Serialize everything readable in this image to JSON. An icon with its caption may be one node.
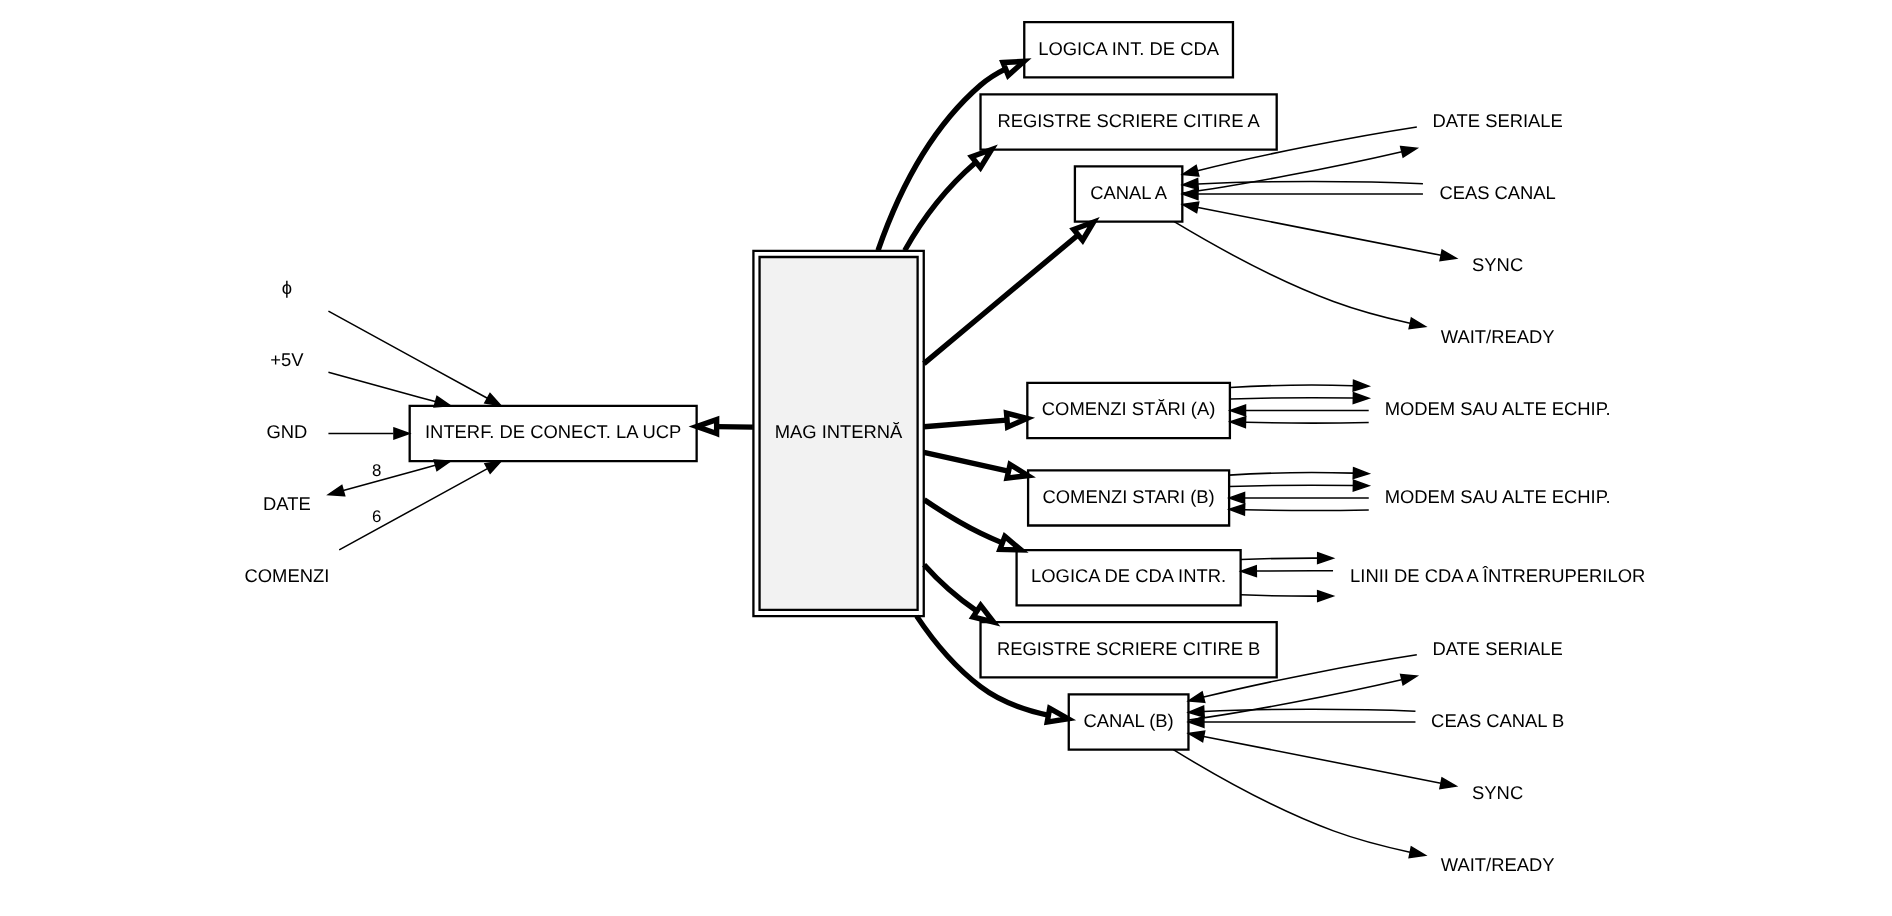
{
  "diagram": {
    "nodes": [
      {
        "text": [
          "ϕ"
        ]
      },
      {
        "text": [
          "+5V"
        ]
      },
      {
        "text": [
          "GND"
        ]
      },
      {
        "text": [
          "LOGICA INT. DE CDA"
        ]
      },
      {
        "text": [
          "REGISTRE SCRIERE CITIRE A"
        ]
      },
      {
        "text": [
          "CANAL A"
        ]
      },
      {
        "text": [
          "DATE SERIALE"
        ]
      },
      {
        "text": [
          "CEAS CANAL"
        ]
      },
      {
        "text": [
          "SYNC"
        ]
      },
      {
        "text": [
          "WAIT/READY"
        ]
      },
      {
        "text": [
          "COMENZI STĂRI (A)"
        ]
      },
      {
        "text": [
          "MODEM SAU ALTE ECHIP."
        ]
      },
      {
        "text": [
          "DATE"
        ]
      },
      {
        "text": [
          "INTERF. DE CONECT. LA UCP"
        ]
      },
      {
        "text": [
          "COMENZI"
        ]
      },
      {
        "text": [
          "MAG INTERNĂ"
        ]
      },
      {
        "text": [
          "COMENZI STARI (B)"
        ]
      },
      {
        "text": [
          "MODEM SAU ALTE ECHIP."
        ]
      },
      {
        "text": [
          "LOGICA DE CDA INTR."
        ]
      },
      {
        "text": [
          "REGISTRE SCRIERE CITIRE B"
        ]
      },
      {
        "text": [
          "CANAL (B)"
        ]
      },
      {
        "text": [
          "DATE SERIALE"
        ]
      },
      {
        "text": [
          "CEAS CANAL B"
        ]
      },
      {
        "text": [
          "SYNC"
        ]
      },
      {
        "text": [
          "WAIT/READY"
        ]
      },
      {
        "text": [
          "LINII DE CDA A ÎNTRERUPERILOR"
        ]
      }
    ],
    "edges": [
      {
        "from": 0,
        "to": 13,
        "arrow": "to"
      },
      {
        "from": 1,
        "to": 13,
        "arrow": "to"
      },
      {
        "from": 2,
        "to": 13,
        "arrow": "to"
      },
      {
        "from": 12,
        "to": 13,
        "arrow": "both",
        "label": "8"
      },
      {
        "from": 14,
        "to": 13,
        "arrow": "to",
        "label": "6"
      },
      {
        "from": 15,
        "to": 13,
        "arrow": "to",
        "style": "thick"
      },
      {
        "from": 15,
        "to": 3,
        "arrow": "to",
        "style": "thick"
      },
      {
        "from": 15,
        "to": 18,
        "arrow": "to",
        "style": "thick"
      },
      {
        "from": 15,
        "to": 4,
        "arrow": "to",
        "style": "thick"
      },
      {
        "from": 15,
        "to": 19,
        "arrow": "to",
        "style": "thick"
      },
      {
        "from": 15,
        "to": 5,
        "arrow": "to",
        "style": "thick"
      },
      {
        "from": 15,
        "to": 10,
        "arrow": "to",
        "style": "thick"
      },
      {
        "from": 15,
        "to": 16,
        "arrow": "to",
        "style": "thick"
      },
      {
        "from": 15,
        "to": 20,
        "arrow": "to",
        "style": "thick"
      },
      {
        "from": 18,
        "to": 25,
        "arrow": "to"
      },
      {
        "from": 25,
        "to": 18,
        "arrow": "to"
      },
      {
        "from": 18,
        "to": 25,
        "arrow": "to"
      },
      {
        "from": 5,
        "to": 6,
        "arrow": "to"
      },
      {
        "from": 6,
        "to": 5,
        "arrow": "to"
      },
      {
        "from": 7,
        "to": 5,
        "arrow": "to"
      },
      {
        "from": 7,
        "to": 5,
        "arrow": "to"
      },
      {
        "from": 5,
        "to": 8,
        "arrow": "both"
      },
      {
        "from": 5,
        "to": 9,
        "arrow": "to"
      },
      {
        "from": 11,
        "to": 10,
        "arrow": "to"
      },
      {
        "from": 11,
        "to": 10,
        "arrow": "to"
      },
      {
        "from": 10,
        "to": 11,
        "arrow": "to"
      },
      {
        "from": 10,
        "to": 11,
        "arrow": "to"
      },
      {
        "from": 17,
        "to": 16,
        "arrow": "to"
      },
      {
        "from": 17,
        "to": 16,
        "arrow": "to"
      },
      {
        "from": 16,
        "to": 17,
        "arrow": "to"
      },
      {
        "from": 16,
        "to": 17,
        "arrow": "to"
      },
      {
        "from": 20,
        "to": 21,
        "arrow": "to"
      },
      {
        "from": 21,
        "to": 20,
        "arrow": "to"
      },
      {
        "from": 22,
        "to": 20,
        "arrow": "to"
      },
      {
        "from": 22,
        "to": 20,
        "arrow": "to"
      },
      {
        "from": 20,
        "to": 23,
        "arrow": "both"
      },
      {
        "from": 20,
        "to": 24,
        "arrow": "to"
      }
    ]
  }
}
